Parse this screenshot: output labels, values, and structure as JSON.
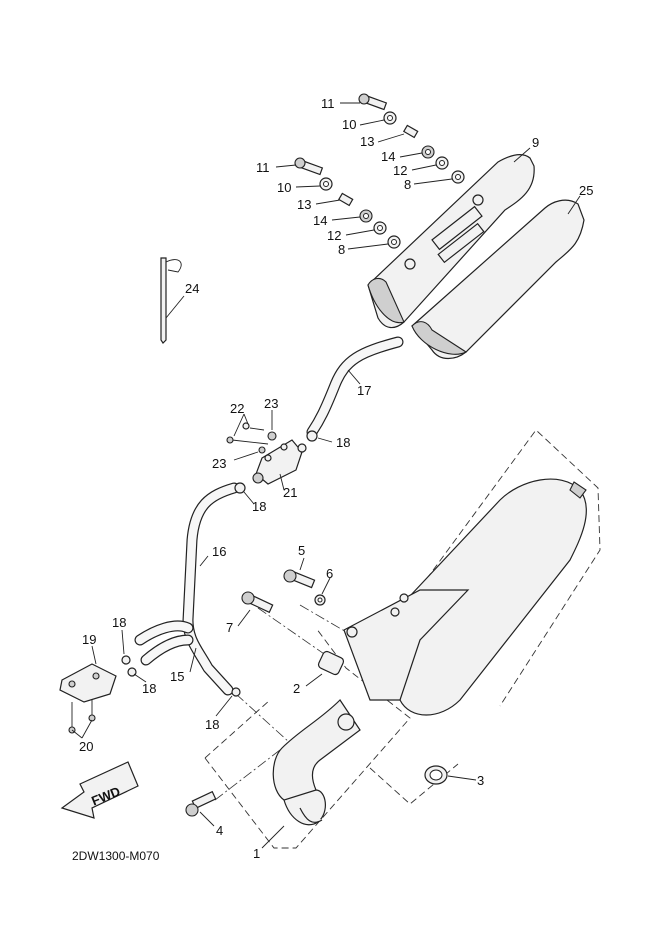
{
  "callouts": {
    "c1": "1",
    "c2": "2",
    "c3": "3",
    "c4": "4",
    "c5": "5",
    "c6": "6",
    "c7": "7",
    "c8a": "8",
    "c8b": "8",
    "c9": "9",
    "c10a": "10",
    "c10b": "10",
    "c11a": "11",
    "c11b": "11",
    "c12a": "12",
    "c12b": "12",
    "c13a": "13",
    "c13b": "13",
    "c14a": "14",
    "c14b": "14",
    "c15": "15",
    "c16": "16",
    "c17": "17",
    "c18a": "18",
    "c18b": "18",
    "c18c": "18",
    "c18d": "18",
    "c18e": "18",
    "c19": "19",
    "c20": "20",
    "c21": "21",
    "c22": "22",
    "c23a": "23",
    "c23b": "23",
    "c24": "24",
    "c25": "25"
  },
  "fwd_label": "FWD",
  "drawing_code": "2DW1300-M070",
  "colors": {
    "line": "#222222",
    "fill": "#f2f2f2",
    "background": "#ffffff"
  }
}
